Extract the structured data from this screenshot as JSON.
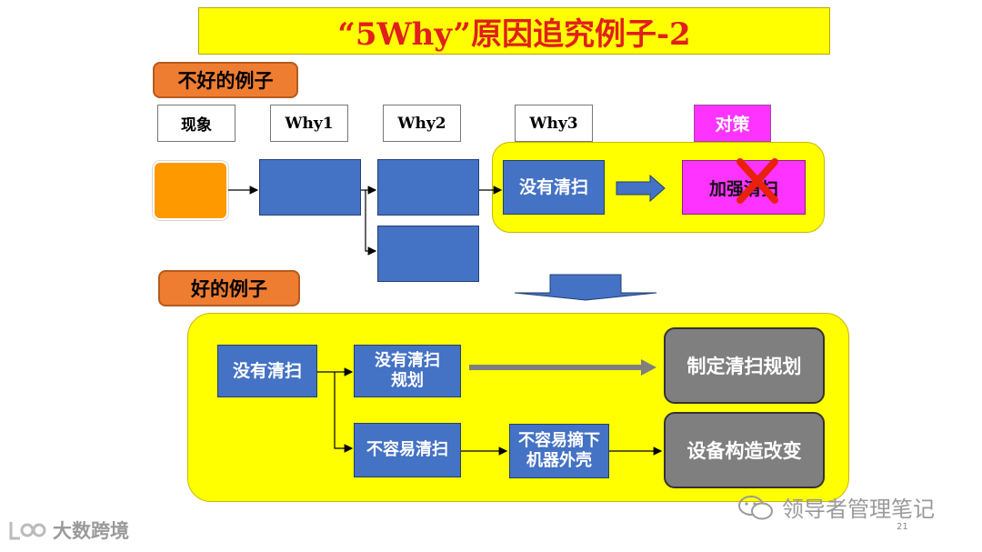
{
  "title": "“5Why”原因追究例子-2",
  "bad_example": {
    "label": "不好的例子",
    "headers": [
      "现象",
      "Why1",
      "Why2",
      "Why3",
      "对策"
    ],
    "why3_box": "没有清扫",
    "countermeasure_box": "加强清扫"
  },
  "good_example": {
    "label": "好的例子",
    "cause": "没有清扫",
    "branch1_line1": "没有清扫",
    "branch1_line2": "规划",
    "branch1_result": "制定清扫规划",
    "branch2_why": "不容易清扫",
    "branch2_line1": "不容易摘下",
    "branch2_line2": "机器外壳",
    "branch2_result": "设备构造改变"
  },
  "footer": {
    "watermark_left": "大数跨境",
    "watermark_right": "领导者管理笔记",
    "page_number": "21"
  },
  "colors": {
    "title_bg": "#ffff00",
    "title_text": "#e0201a",
    "tag_bg": "#ee7d31",
    "box_blue": "#4472c4",
    "result_grey": "#7f7f7f",
    "countermeasure_magenta": "#ff33ff",
    "phenomenon_orange": "#ff9900",
    "cross_red": "#e8200c"
  }
}
